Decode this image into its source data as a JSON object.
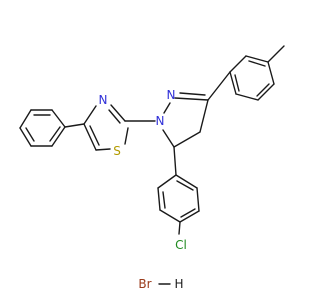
{
  "molecule": {
    "atoms": {
      "nitrogen_1": "N",
      "nitrogen_2": "N",
      "nitrogen_thiazole": "N",
      "sulfur": "S",
      "chlorine": "Cl",
      "bromine": "Br",
      "hydrogen": "H"
    },
    "colors": {
      "bond": "#1a1a1a",
      "nitrogen": "#3030d8",
      "sulfur": "#b39b00",
      "chlorine": "#1f8a1f",
      "bromine": "#9a3a1a",
      "carbon_text": "#1a1a1a"
    }
  }
}
